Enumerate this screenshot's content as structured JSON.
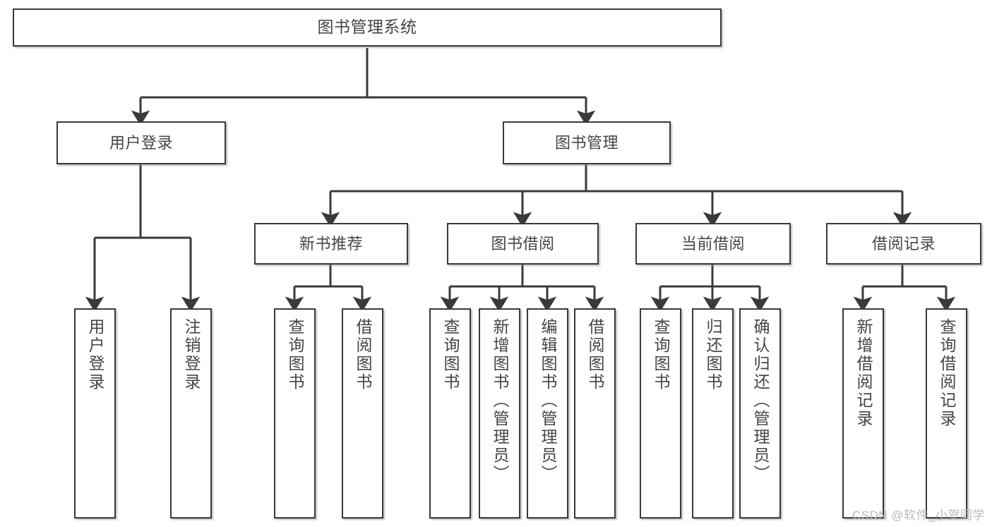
{
  "diagram": {
    "type": "tree-hierarchy-chart",
    "title_text": "图书管理系统",
    "stroke_color": "#3a3a3a",
    "text_color": "#45454a",
    "background_color": "#ffffff",
    "levels": {
      "root": "图书管理系统",
      "level2": [
        "用户登录",
        "图书管理"
      ],
      "level3": [
        "新书推荐",
        "图书借阅",
        "当前借阅",
        "借阅记录"
      ]
    },
    "nodes": {
      "root": {
        "label": "图书管理系统"
      },
      "user_login": {
        "label": "用户登录"
      },
      "book_manage": {
        "label": "图书管理"
      },
      "new_book_rec": {
        "label": "新书推荐"
      },
      "book_borrow": {
        "label": "图书借阅"
      },
      "current_borrow": {
        "label": "当前借阅"
      },
      "borrow_record": {
        "label": "借阅记录"
      },
      "leaf_user_login": {
        "label": "用户登录"
      },
      "leaf_logout": {
        "label": "注销登录"
      },
      "leaf_query_book_1": {
        "label": "查询图书"
      },
      "leaf_borrow_book_1": {
        "label": "借阅图书"
      },
      "leaf_query_book_2": {
        "label": "查询图书"
      },
      "leaf_add_book": {
        "label": "新增图书（管理员）"
      },
      "leaf_edit_book": {
        "label": "编辑图书（管理员）"
      },
      "leaf_borrow_book_2": {
        "label": "借阅图书"
      },
      "leaf_query_book_3": {
        "label": "查询图书"
      },
      "leaf_return_book": {
        "label": "归还图书"
      },
      "leaf_confirm_return": {
        "label": "确认归还（管理员）"
      },
      "leaf_add_record": {
        "label": "新增借阅记录"
      },
      "leaf_query_record": {
        "label": "查询借阅记录"
      }
    }
  },
  "watermark": {
    "text": "CSDN @软件_小贺同学"
  }
}
